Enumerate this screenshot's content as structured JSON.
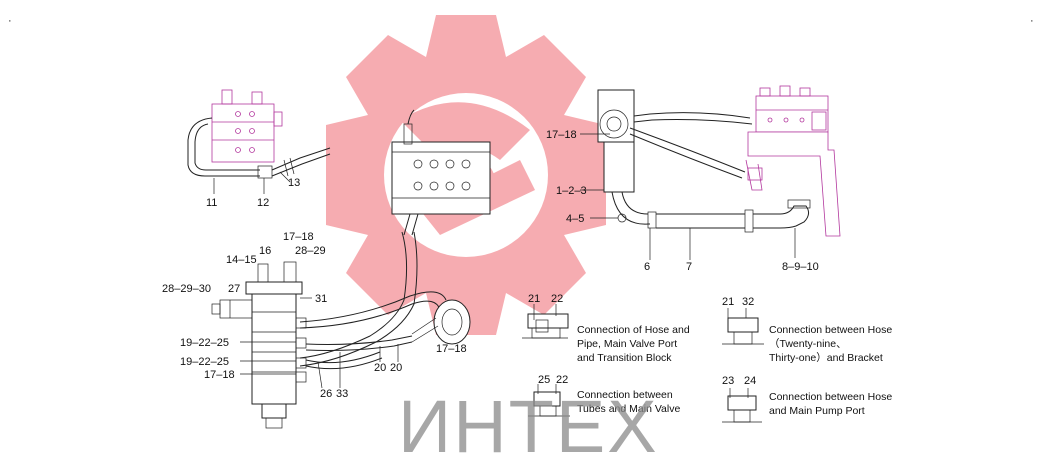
{
  "labels": {
    "l11": "11",
    "l12": "12",
    "l13": "13",
    "l17_18_top": "17–18",
    "l1_2_3": "1–2–3",
    "l4_5": "4–5",
    "l6": "6",
    "l7": "7",
    "l8_9_10": "8–9–10",
    "l14_15": "14–15",
    "l16": "16",
    "l17_18_mid": "17–18",
    "l28_29": "28–29",
    "l28_29_30": "28–29–30",
    "l27": "27",
    "l31": "31",
    "l19_22_25_a": "19–22–25",
    "l19_22_25_b": "19–22–25",
    "l17_18_low": "17–18",
    "l26": "26",
    "l33": "33",
    "l20a": "20",
    "l20b": "20",
    "l17_18_cut": "17–18",
    "d1_a": "21",
    "d1_b": "22",
    "d2_a": "25",
    "d2_b": "22",
    "d3_a": "21",
    "d3_b": "32",
    "d4_a": "23",
    "d4_b": "24"
  },
  "captions": {
    "c1": [
      "Connection of Hose and",
      "Pipe, Main Valve Port",
      "and Transition Block"
    ],
    "c2": [
      "Connection between",
      "Tubes and Main Valve"
    ],
    "c3": [
      "Connection between Hose",
      "（Twenty-nine、",
      "Thirty-one）and Bracket"
    ],
    "c4": [
      "Connection between Hose",
      "and Main Pump Port"
    ]
  },
  "watermark": {
    "text": "ИНТЕХ",
    "logo_color": "#f06a72"
  },
  "colors": {
    "line": "#222222",
    "magenta": "#b3389e",
    "watermark_gray": "#8a8a8a"
  }
}
